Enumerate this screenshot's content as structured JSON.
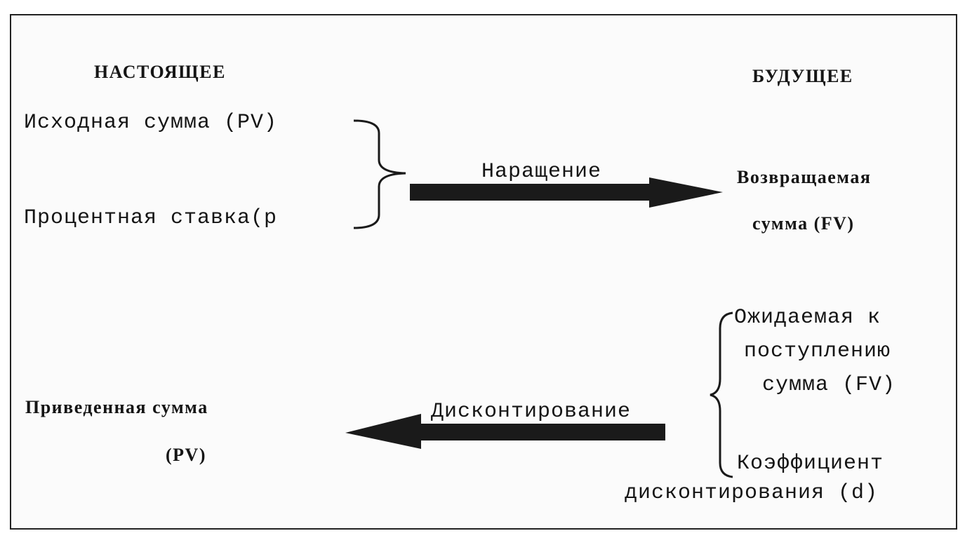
{
  "present": {
    "heading": "НАСТОЯЩЕЕ",
    "initial_sum": "Исходная сумма (PV)",
    "interest_rate": "Процентная ставка(р",
    "present_value_line1": "Приведенная сумма",
    "present_value_line2": "(PV)"
  },
  "future": {
    "heading": "БУДУЩЕЕ",
    "returned_sum_line1": "Возвращаемая",
    "returned_sum_line2": "сумма (FV)",
    "expected_line1": "Ожидаемая к",
    "expected_line2": "поступлению",
    "expected_line3": "сумма (FV)",
    "discount_factor_line1": "Коэффициент",
    "discount_factor_line2": "дисконтирования (d)"
  },
  "arrows": {
    "compounding_label": "Наращение",
    "discounting_label": "Дисконтирование"
  },
  "colors": {
    "ink": "#151515",
    "frame": "#222222",
    "arrow": "#1a1a1a"
  }
}
